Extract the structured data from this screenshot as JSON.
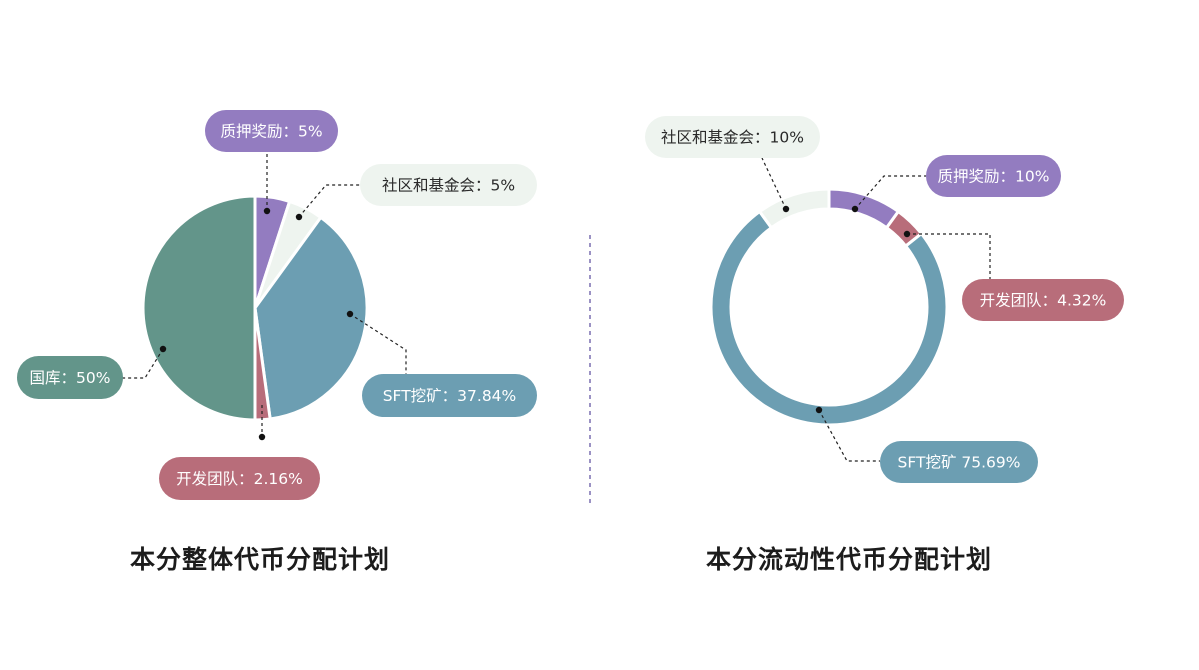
{
  "colors": {
    "treasury": "#63958a",
    "staking": "#937cc0",
    "community": "#eef4ef",
    "community_text": "#2a2a2a",
    "mining": "#6c9eb2",
    "team": "#b86d7a",
    "divider": "#7a6fb0"
  },
  "chart_data": [
    {
      "type": "pie",
      "title": "本分整体代币分配计划",
      "slices": [
        {
          "key": "staking",
          "value": 5,
          "label": "质押奖励：5%"
        },
        {
          "key": "community",
          "value": 5,
          "label": "社区和基金会：5%"
        },
        {
          "key": "mining",
          "value": 37.84,
          "label": "SFT挖矿：37.84%"
        },
        {
          "key": "team",
          "value": 2.16,
          "label": "开发团队：2.16%"
        },
        {
          "key": "treasury",
          "value": 50,
          "label": "国库：50%"
        }
      ]
    },
    {
      "type": "donut",
      "title": "本分流动性代币分配计划",
      "slices": [
        {
          "key": "staking",
          "value": 10,
          "label": "质押奖励：10%"
        },
        {
          "key": "team",
          "value": 4.32,
          "label": "开发团队：4.32%"
        },
        {
          "key": "mining",
          "value": 75.69,
          "label": "SFT挖矿 75.69%"
        },
        {
          "key": "community",
          "value": 10,
          "label": "社区和基金会：10%"
        }
      ]
    }
  ]
}
